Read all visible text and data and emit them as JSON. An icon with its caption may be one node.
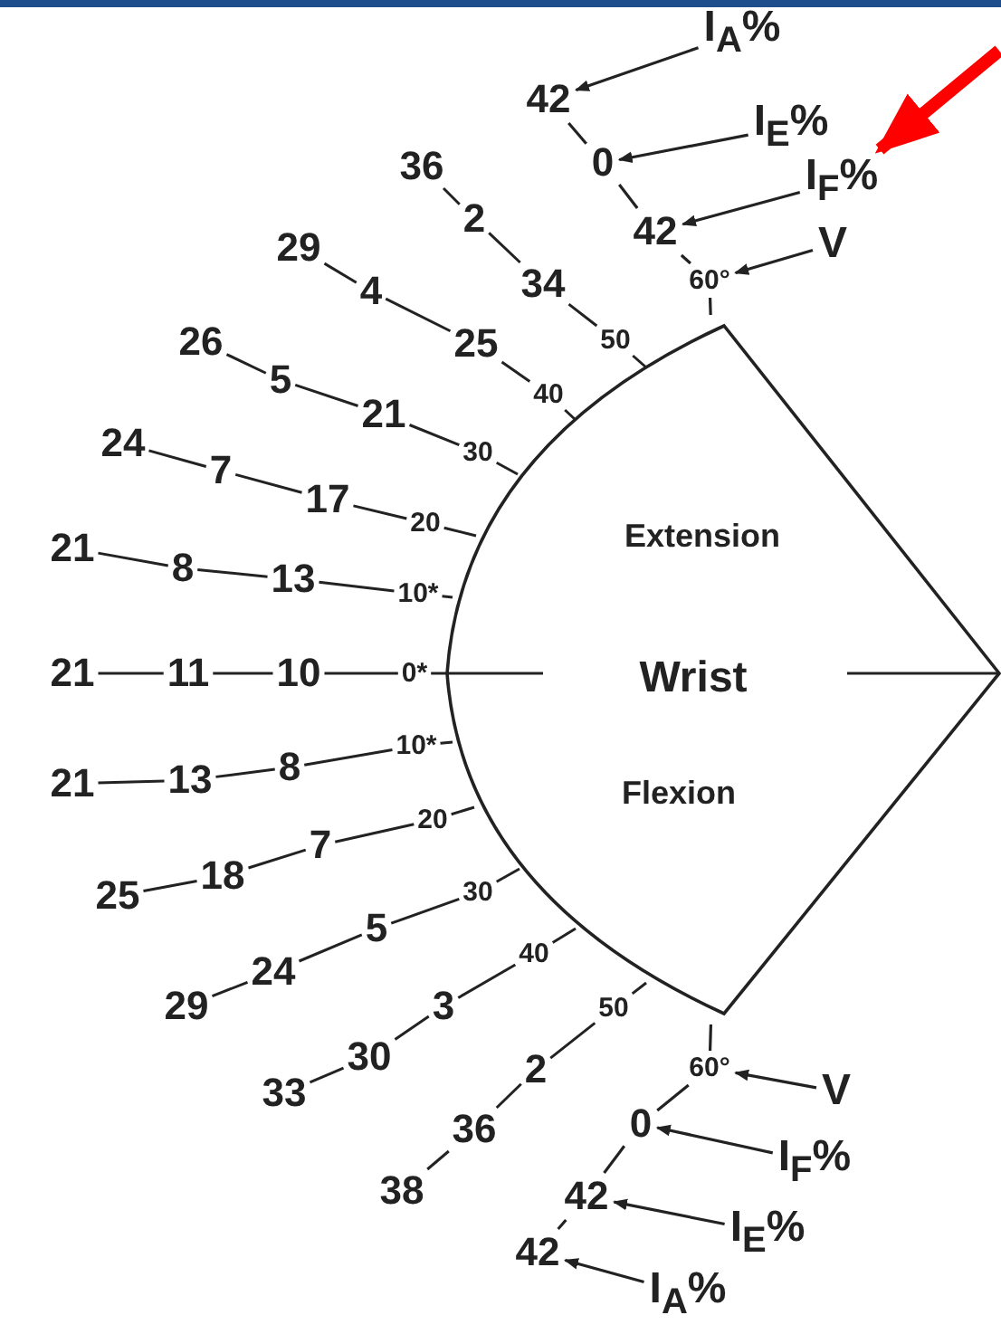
{
  "diagram": {
    "nodes": [
      {
        "text": [
          "I$_{A}$%"
        ]
      },
      {
        "text": [
          "42"
        ]
      },
      {
        "text": [
          "I$_{E}$%"
        ]
      },
      {
        "text": [
          "0"
        ]
      },
      {
        "text": [
          "I$_{F}$%"
        ]
      },
      {
        "text": [
          "42"
        ]
      },
      {
        "text": [
          "V"
        ]
      },
      {
        "text": [
          "60°"
        ]
      },
      {
        "text": [
          "Extension",
          "Wrist",
          "Flexion"
        ]
      },
      {
        "text": [
          "60°"
        ]
      },
      {
        "text": [
          "V"
        ]
      },
      {
        "text": [
          "0"
        ]
      },
      {
        "text": [
          "I$_{F}$%"
        ]
      },
      {
        "text": [
          "42"
        ]
      },
      {
        "text": [
          "I$_{E}$%"
        ]
      },
      {
        "text": [
          "42"
        ]
      },
      {
        "text": [
          "I$_{A}$%"
        ]
      }
    ],
    "edges": [
      {
        "from": 0,
        "to": 1,
        "arrow": "to"
      },
      {
        "from": 2,
        "to": 3,
        "arrow": "to"
      },
      {
        "from": 4,
        "to": 5,
        "arrow": "to"
      },
      {
        "from": 6,
        "to": 7,
        "arrow": "to"
      },
      {
        "from": null,
        "to": 4,
        "arrow": "to",
        "style": "thick",
        "color": "#ff0000"
      },
      {
        "from": 10,
        "to": 9,
        "arrow": "to"
      },
      {
        "from": 12,
        "to": 11,
        "arrow": "to"
      },
      {
        "from": 14,
        "to": 13,
        "arrow": "to"
      },
      {
        "from": 16,
        "to": 15,
        "arrow": "to"
      },
      {
        "from": 1,
        "to": 3,
        "arrow": "none"
      },
      {
        "from": 3,
        "to": 5,
        "arrow": "none"
      },
      {
        "from": 5,
        "to": 7,
        "arrow": "none"
      },
      {
        "from": 7,
        "to": 8,
        "arrow": "none"
      },
      {
        "from": 8,
        "to": 9,
        "arrow": "none"
      },
      {
        "from": 9,
        "to": 11,
        "arrow": "none"
      },
      {
        "from": 11,
        "to": 13,
        "arrow": "none"
      },
      {
        "from": 13,
        "to": 15,
        "arrow": "none"
      }
    ],
    "labels": [
      "36",
      "2",
      "34",
      "50",
      "29",
      "4",
      "25",
      "40",
      "26",
      "5",
      "21",
      "30",
      "24",
      "7",
      "17",
      "20",
      "21",
      "8",
      "13",
      "10*",
      "21",
      "11",
      "10",
      "0*",
      "21",
      "13",
      "8",
      "10*",
      "25",
      "18",
      "7",
      "20",
      "29",
      "24",
      "5",
      "30",
      "33",
      "30",
      "3",
      "40",
      "38",
      "36",
      "2",
      "50"
    ]
  }
}
